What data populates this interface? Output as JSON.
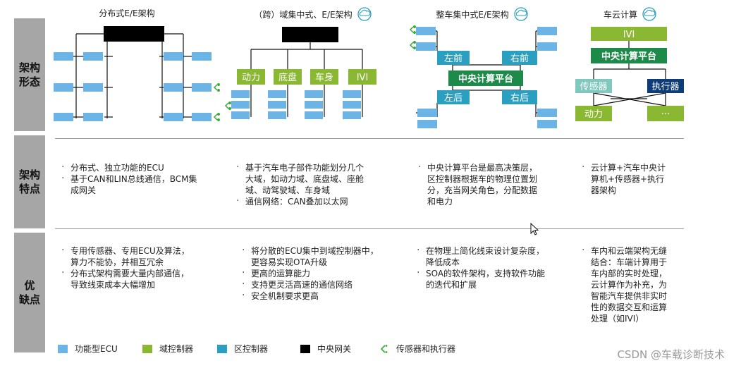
{
  "columns": [
    {
      "title": "分布式E/E架构"
    },
    {
      "title": "（跨）域集中式、E/E架构"
    },
    {
      "title": "整车集中式E/E架构"
    },
    {
      "title": "车云计算"
    }
  ],
  "rows": [
    {
      "label": "架构形态",
      "label_l1": "架构",
      "label_l2": "形态"
    },
    {
      "label": "架构特点",
      "label_l1": "架构",
      "label_l2": "特点"
    },
    {
      "label": "优缺点",
      "label_l1": "优",
      "label_l2": "缺点"
    }
  ],
  "diagram_labels": {
    "domain": [
      "动力",
      "底盘",
      "车身",
      "IVI"
    ],
    "zonal": {
      "fl": "左前",
      "fr": "右前",
      "rl": "左后",
      "rr": "右后",
      "central": "中央计算平台"
    },
    "cloud": {
      "ivi": "IVI",
      "central": "中央计算平台",
      "sensor": "传感器",
      "actuator": "执行器",
      "power": "动力",
      "more": "···"
    }
  },
  "features": [
    [
      "分布式、独立功能的ECU",
      "基于CAN和LIN总线通信，BCM集",
      "成网关"
    ],
    [
      "基于汽车电子部件功能划分几个",
      "大域，如动力域、底盘域、座舱",
      "域、动驾驶域、车身域",
      "通信网络：CAN叠加以太网"
    ],
    [
      "中央计算平台是最高决策层，",
      "区控制器根据车的物理位置划",
      "分，充当网关角色，分配数据",
      "和电力"
    ],
    [
      "云计算+汽车中央计",
      "算机+传感器+执行",
      "器架构"
    ]
  ],
  "pros_cons": [
    [
      "专用传感器、专用ECU及算法，",
      "算力不能协，并相互冗余",
      "分布式架构需要大量内部通信，",
      "导致线束成本大幅增加"
    ],
    [
      "将分散的ECU集中到域控制器中，",
      "更容易实现OTA升级",
      "更高的运算能力",
      "支持更灵活高速的通信网络",
      "安全机制要求更高"
    ],
    [
      "在物理上简化线束设计复杂度，",
      "降低成本",
      "SOA的软件架构，支持软件功能",
      "的迭代和扩展"
    ],
    [
      "车内和云端架构无缝",
      "结合：车端计算用于",
      "车内部的实时处理，",
      "云计算作为补充，为",
      "智能汽车提供非实时",
      "性的数据交互和运算",
      "处理（如IVI）"
    ]
  ],
  "legend": [
    {
      "label": "功能型ECU",
      "color": "#6cb4e6"
    },
    {
      "label": "域控制器",
      "color": "#8ab833"
    },
    {
      "label": "区控制器",
      "color": "#2a9fc0"
    },
    {
      "label": "中央网关",
      "color": "#000000"
    },
    {
      "label": "传感器和执行器",
      "color": "#3aa935"
    }
  ],
  "watermark": "CSDN @车载诊断技术"
}
